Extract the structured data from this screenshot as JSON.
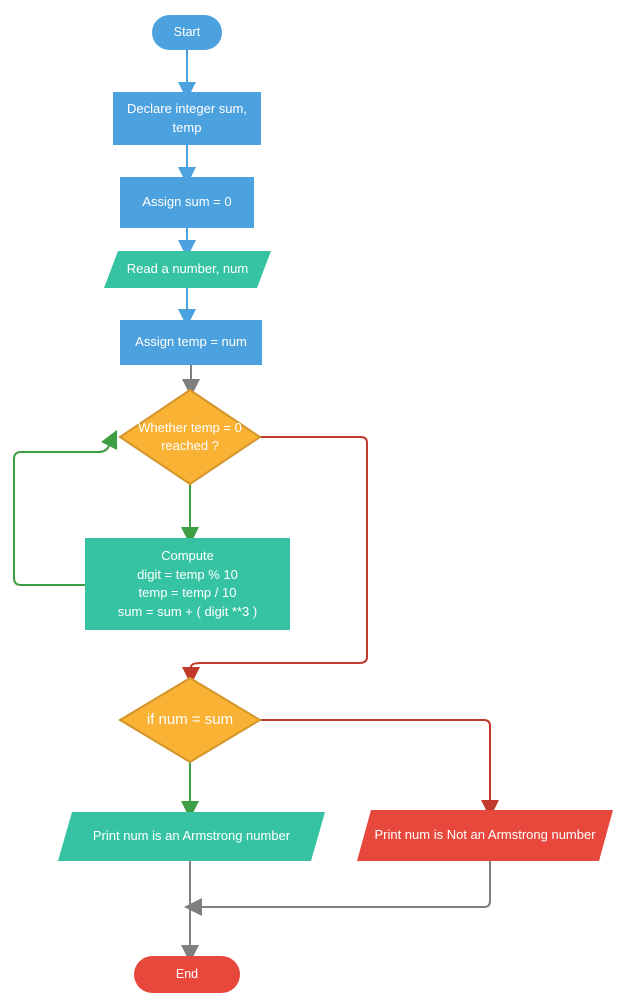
{
  "diagram": {
    "nodes": {
      "start": {
        "type": "terminator",
        "label": "Start"
      },
      "declare": {
        "type": "process",
        "label": "Declare integer sum,\ntemp"
      },
      "assign_sum": {
        "type": "process",
        "label": "Assign sum = 0"
      },
      "read_num": {
        "type": "input",
        "label": "Read a number, num"
      },
      "assign_temp": {
        "type": "process",
        "label": "Assign temp = num"
      },
      "loop_decision": {
        "type": "decision",
        "label": "Whether temp = 0\nreached ?"
      },
      "compute": {
        "type": "process",
        "label": "Compute\ndigit = temp % 10\ntemp = temp / 10\nsum = sum + ( digit **3 )"
      },
      "check_decision": {
        "type": "decision",
        "label": "if num = sum"
      },
      "print_armstrong": {
        "type": "output",
        "label": "Print num is an Armstrong number"
      },
      "print_not_armstrong": {
        "type": "output",
        "label": "Print num is Not an Armstrong number"
      },
      "end": {
        "type": "terminator",
        "label": "End"
      }
    },
    "colors": {
      "process_blue": "#4CA2DE",
      "io_teal": "#35C3A3",
      "decision_fill": "#F9B233",
      "decision_border": "#D4952B",
      "alert_red": "#E8473C",
      "connector_blue": "#4CA2DE",
      "connector_green": "#3E9E44",
      "connector_red": "#C0392B",
      "connector_gray": "#7F7F7F",
      "text_white": "#FFFFFF",
      "background": "#FFFFFF"
    }
  }
}
